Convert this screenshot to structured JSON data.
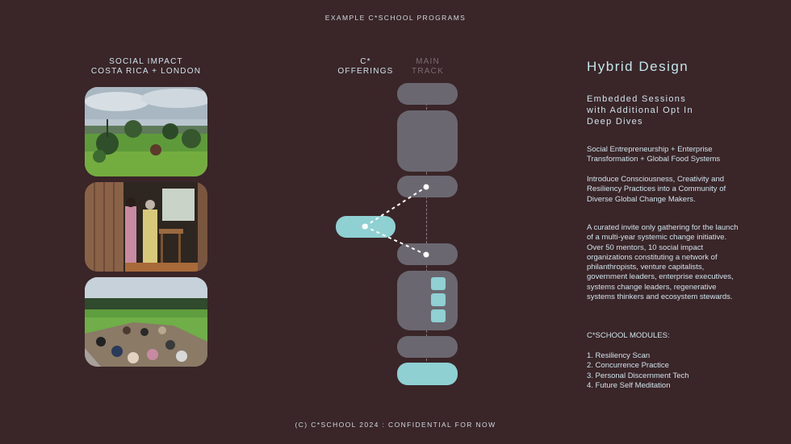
{
  "header": {
    "title": "EXAMPLE C*SCHOOL PROGRAMS"
  },
  "left": {
    "heading_line1": "SOCIAL IMPACT",
    "heading_line2": "COSTA RICA + LONDON"
  },
  "diagram": {
    "offerings_line1": "C*",
    "offerings_line2": "OFFERINGS",
    "main_line1": "MAIN",
    "main_line2": "TRACK"
  },
  "right": {
    "title": "Hybrid Design",
    "subtitle_lines": [
      "Embedded Sessions",
      "with Additional Opt In",
      "Deep Dives"
    ],
    "focus": "Social Entrepreneurship + Enterprise Transformation + Global Food Systems",
    "intro": "Introduce Consciousness, Creativity and Resiliency Practices into a Community of Diverse Global Change Makers.",
    "description": "A curated invite only gathering for the launch of a multi-year systemic change initiative. Over 50 mentors, 10 social impact organizations constituting a network of philanthropists, venture capitalists, government leaders, enterprise executives, systems change leaders, regenerative systems thinkers and ecosystem stewards.",
    "modules_heading": "C*SCHOOL MODULES:",
    "modules": [
      "1. Resiliency Scan",
      "2. Concurrence Practice",
      "3. Personal Discernment Tech",
      "4. Future Self Meditation"
    ]
  },
  "footer": {
    "text": "(C) C*SCHOOL 2024 : CONFIDENTIAL FOR NOW"
  },
  "colors": {
    "background": "#3a2528",
    "teal": "#8fd0d3",
    "block_gray": "#6a6770",
    "text": "#cfe3ec"
  }
}
